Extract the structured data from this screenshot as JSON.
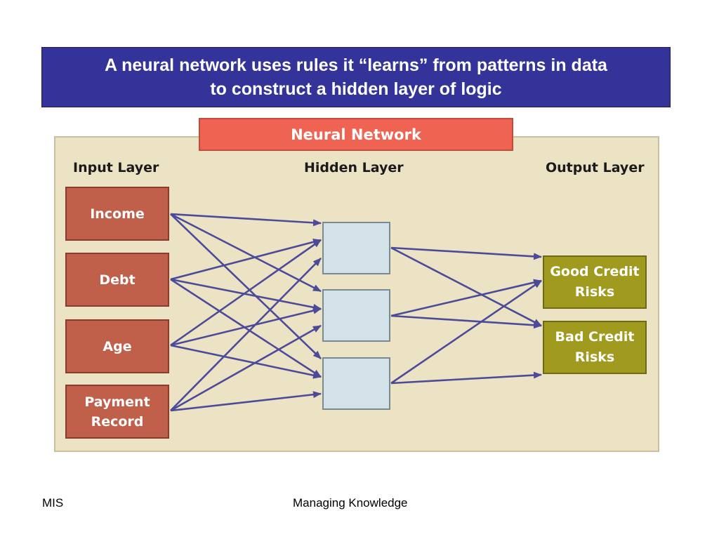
{
  "slide": {
    "title_line1": "A neural network uses rules it “learns” from patterns in data",
    "title_line2": "to construct a hidden layer of logic"
  },
  "diagram": {
    "banner": "Neural Network",
    "input_layer_label": "Input Layer",
    "hidden_layer_label": "Hidden Layer",
    "output_layer_label": "Output Layer",
    "inputs": [
      {
        "line1": "Income",
        "line2": ""
      },
      {
        "line1": "Debt",
        "line2": ""
      },
      {
        "line1": "Age",
        "line2": ""
      },
      {
        "line1": "Payment",
        "line2": "Record"
      }
    ],
    "hidden_nodes": 3,
    "outputs": [
      {
        "line1": "Good Credit",
        "line2": "Risks"
      },
      {
        "line1": "Bad Credit",
        "line2": "Risks"
      }
    ],
    "colors": {
      "title_bg": "#333399",
      "banner_bg": "#ef6352",
      "panel_bg": "#ece3c4",
      "input_bg": "#c0604a",
      "hidden_bg": "#d3e1e8",
      "output_bg": "#a09a1f",
      "edge": "#4b4b9a"
    }
  },
  "footer": {
    "left": "MIS",
    "center": "Managing Knowledge"
  }
}
